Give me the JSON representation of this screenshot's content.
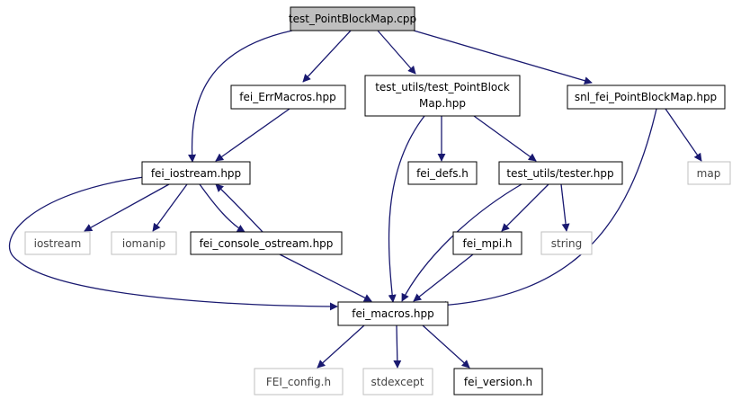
{
  "diagram": {
    "nodes": {
      "root": {
        "label": "test_PointBlockMap.cpp"
      },
      "errmacros": {
        "label": "fei_ErrMacros.hpp"
      },
      "testpbm": {
        "label1": "test_utils/test_PointBlock",
        "label2": "Map.hpp"
      },
      "snl": {
        "label": "snl_fei_PointBlockMap.hpp"
      },
      "iostreamhpp": {
        "label": "fei_iostream.hpp"
      },
      "defs": {
        "label": "fei_defs.h"
      },
      "tester": {
        "label": "test_utils/tester.hpp"
      },
      "map": {
        "label": "map"
      },
      "iostream": {
        "label": "iostream"
      },
      "iomanip": {
        "label": "iomanip"
      },
      "console": {
        "label": "fei_console_ostream.hpp"
      },
      "mpi": {
        "label": "fei_mpi.h"
      },
      "string": {
        "label": "string"
      },
      "macros": {
        "label": "fei_macros.hpp"
      },
      "config": {
        "label": "FEI_config.h"
      },
      "stdexcept": {
        "label": "stdexcept"
      },
      "version": {
        "label": "fei_version.h"
      }
    },
    "colors": {
      "edge": "#191970",
      "root_fill": "#bfbfbf",
      "external_border": "#bfbfbf",
      "node_border": "#000000"
    }
  }
}
